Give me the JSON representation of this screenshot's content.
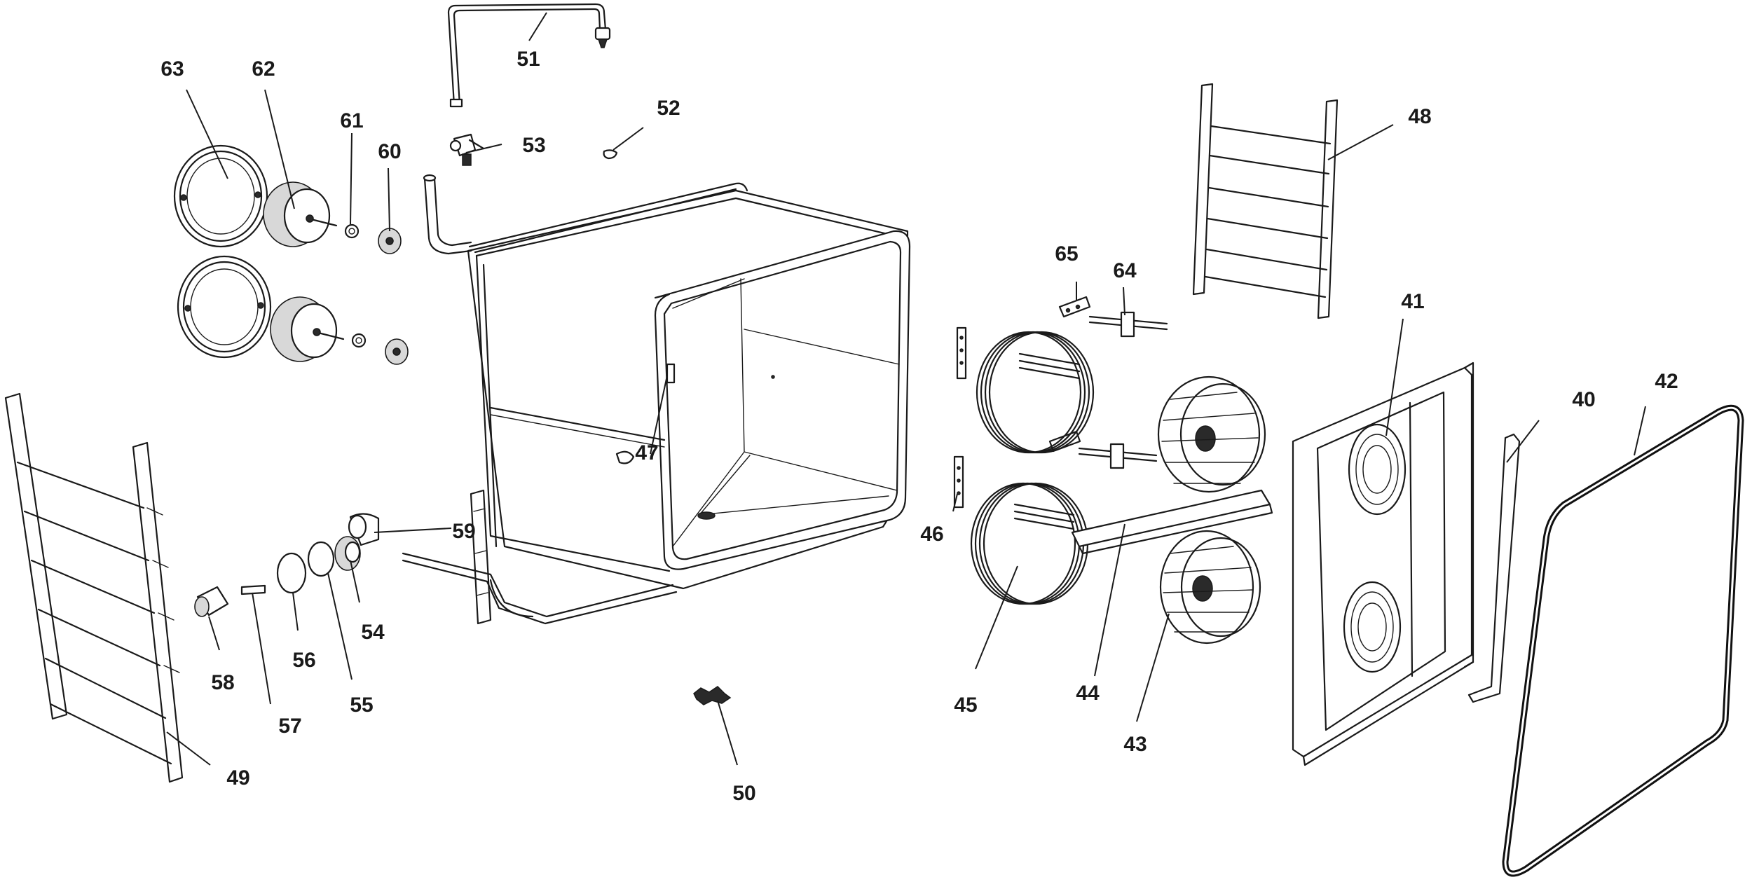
{
  "diagram": {
    "background": "#ffffff",
    "line_color": "#1a1a1a",
    "callouts": [
      {
        "id": "40",
        "label": "40"
      },
      {
        "id": "41",
        "label": "41"
      },
      {
        "id": "42",
        "label": "42"
      },
      {
        "id": "43",
        "label": "43"
      },
      {
        "id": "44",
        "label": "44"
      },
      {
        "id": "45",
        "label": "45"
      },
      {
        "id": "46",
        "label": "46"
      },
      {
        "id": "47",
        "label": "47"
      },
      {
        "id": "48",
        "label": "48"
      },
      {
        "id": "49",
        "label": "49"
      },
      {
        "id": "50",
        "label": "50"
      },
      {
        "id": "51",
        "label": "51"
      },
      {
        "id": "52",
        "label": "52"
      },
      {
        "id": "53",
        "label": "53"
      },
      {
        "id": "54",
        "label": "54"
      },
      {
        "id": "55",
        "label": "55"
      },
      {
        "id": "56",
        "label": "56"
      },
      {
        "id": "57",
        "label": "57"
      },
      {
        "id": "58",
        "label": "58"
      },
      {
        "id": "59",
        "label": "59"
      },
      {
        "id": "60",
        "label": "60"
      },
      {
        "id": "61",
        "label": "61"
      },
      {
        "id": "62",
        "label": "62"
      },
      {
        "id": "63",
        "label": "63"
      },
      {
        "id": "64",
        "label": "64"
      },
      {
        "id": "65",
        "label": "65"
      }
    ]
  }
}
